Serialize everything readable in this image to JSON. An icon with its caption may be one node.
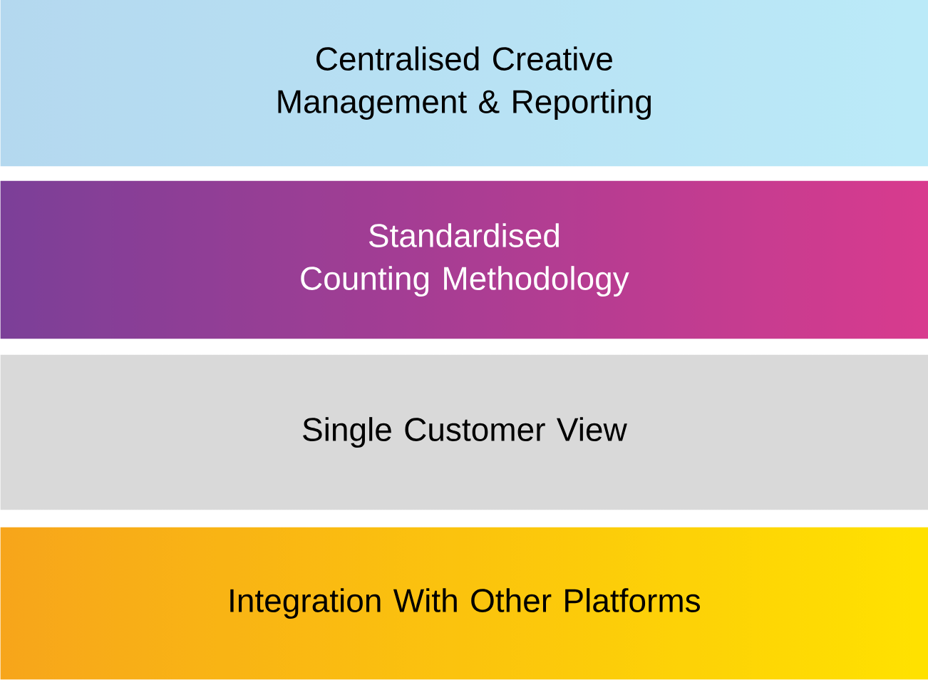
{
  "diagram": {
    "nodes": [
      {
        "text": [
          "Centralised Creative Management & Reporting"
        ]
      },
      {
        "text": [
          "Standardised Counting Methodology"
        ]
      },
      {
        "text": [
          "Single Customer View"
        ]
      },
      {
        "text": [
          "Integration With Other Platforms"
        ]
      }
    ]
  }
}
